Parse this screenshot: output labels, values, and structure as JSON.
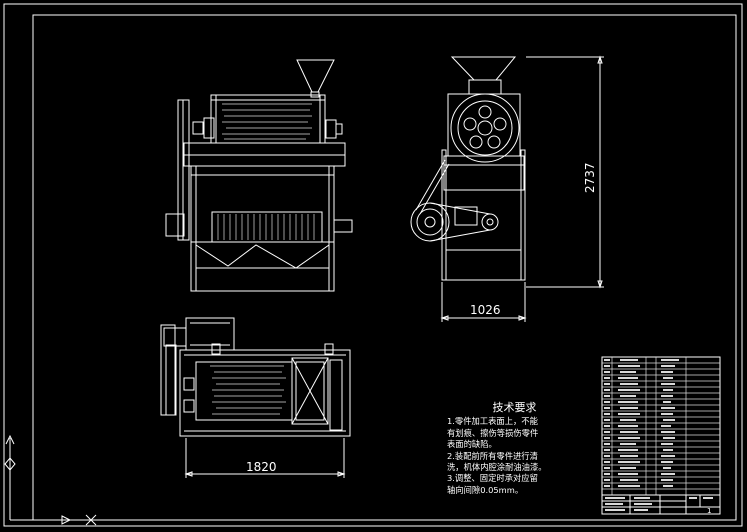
{
  "drawing": {
    "dim_length": "1820",
    "dim_width": "1026",
    "dim_height": "2737"
  },
  "notes": {
    "title": "技术要求",
    "lines": [
      "1.零件加工表面上，不能",
      "有划痕、擦伤等损伤零件",
      "表面的缺陷。",
      "2.装配前所有零件进行清",
      "洗，机体内腔涂耐油油漆。",
      "3.调整、固定时承对应留",
      "轴向间隙0.05mm。"
    ]
  },
  "title_block": {
    "sheet_number": "1"
  },
  "colors": {
    "background": "#000000",
    "lines": "#ffffff"
  }
}
